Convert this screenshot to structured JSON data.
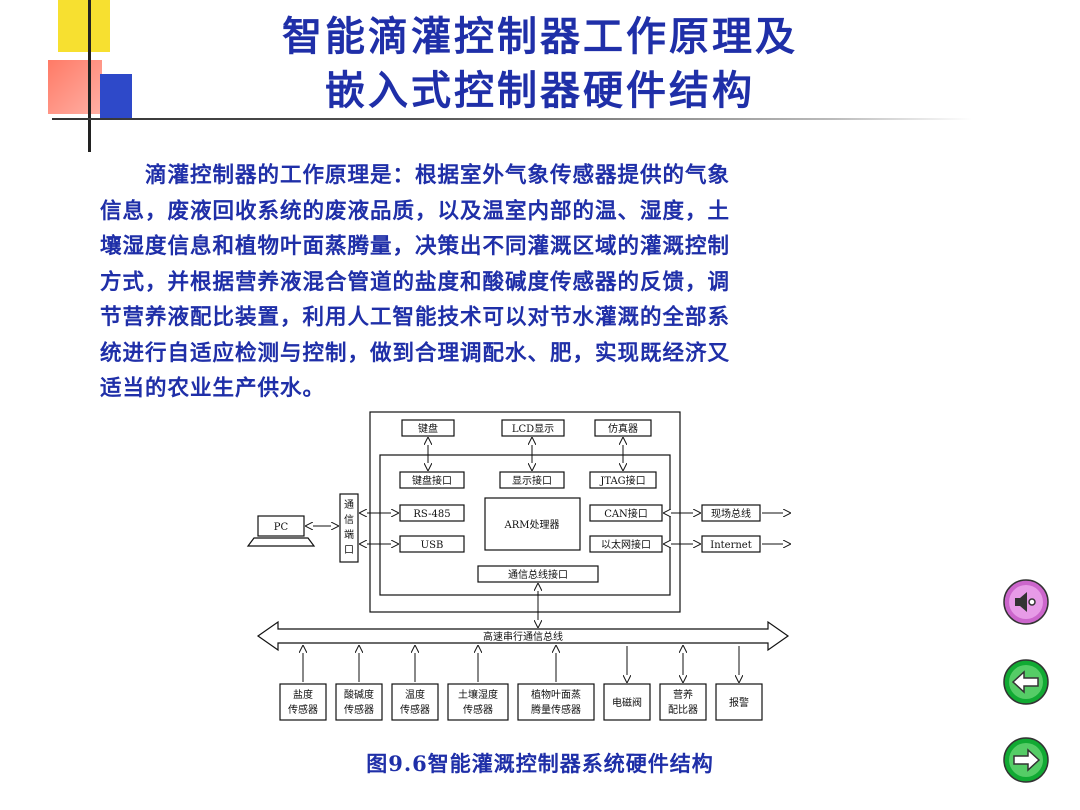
{
  "slide": {
    "title_line1": "智能滴灌控制器工作原理及",
    "title_line2": "嵌入式控制器硬件结构",
    "paragraph_lines": [
      "　　滴灌控制器的工作原理是：根据室外气象传感器提供的气象",
      "信息，废液回收系统的废液品质，以及温室内部的温、湿度，土",
      "壤湿度信息和植物叶面蒸腾量，决策出不同灌溉区域的灌溉控制",
      "方式，并根据营养液混合管道的盐度和酸碱度传感器的反馈，调",
      "节营养液配比装置，利用人工智能技术可以对节水灌溉的全部系",
      "统进行自适应检测与控制，做到合理调配水、肥，实现既经济又",
      "适当的农业生产供水。"
    ],
    "caption": "图9.6智能灌溉控制器系统硬件结构"
  },
  "diagram": {
    "top_devices": [
      "键盘",
      "LCD显示",
      "仿真器"
    ],
    "interfaces_top": [
      "键盘接口",
      "显示接口",
      "JTAG接口"
    ],
    "left_ports": [
      "RS-485",
      "USB"
    ],
    "comm_port": [
      "通",
      "信",
      "端",
      "口"
    ],
    "pc": "PC",
    "cpu": "ARM处理器",
    "right_ports": [
      "CAN接口",
      "以太网接口"
    ],
    "external": [
      "现场总线",
      "Internet"
    ],
    "bus_interface": "通信总线接口",
    "serial_bus": "高速串行通信总线",
    "devices": [
      [
        "盐度",
        "传感器"
      ],
      [
        "酸碱度",
        "传感器"
      ],
      [
        "温度",
        "传感器"
      ],
      [
        "土壤湿度",
        "传感器"
      ],
      [
        "植物叶面蒸",
        "腾量传感器"
      ],
      [
        "电磁阀"
      ],
      [
        "营养",
        "配比器"
      ],
      [
        "报警"
      ]
    ]
  },
  "colors": {
    "title": "#1f2fa8",
    "text": "#1f2fa8",
    "nav_sound": "#cc66cc",
    "nav_arrows": "#11aa33"
  },
  "icons": [
    "sound-icon",
    "back-arrow-icon",
    "forward-arrow-icon",
    "laptop-icon"
  ]
}
